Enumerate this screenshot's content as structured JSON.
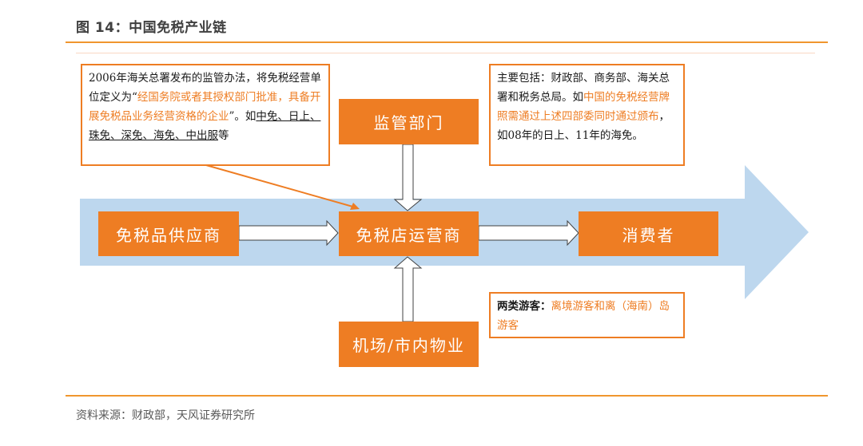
{
  "figure": {
    "title": "图 14：中国免税产业链",
    "source": "资料来源：财政部，天风证券研究所"
  },
  "colors": {
    "accent_orange": "#ee7d23",
    "rule_orange": "#f0962e",
    "band_blue": "#bdd7ee",
    "text_dark": "#1a1a1a"
  },
  "nodes": {
    "supplier": "免税品供应商",
    "operator": "免税店运营商",
    "consumer": "消费者",
    "regulator": "监管部门",
    "property": "机场/市内物业"
  },
  "notes": {
    "operator_definition": {
      "part1": "2006年海关总署发布的监管办法，将免税经营单位定义为“",
      "highlight": "经国务院或者其授权部门批准，具备开展免税品业务经营资格的企业",
      "part2": "”。如",
      "examples": "中免、日上、珠免、深免、海免、中出服",
      "part3": "等"
    },
    "regulator_detail": {
      "part1": "主要包括：财政部、商务部、海关总署和税务总局。如",
      "highlight": "中国的免税经营牌照需通过上述四部委同时通过颁布",
      "part2": "，如08年的日上、11年的海免。"
    },
    "consumer_detail": {
      "part1": "两类游客：",
      "highlight": "离境游客和离（海南）岛游客"
    }
  }
}
